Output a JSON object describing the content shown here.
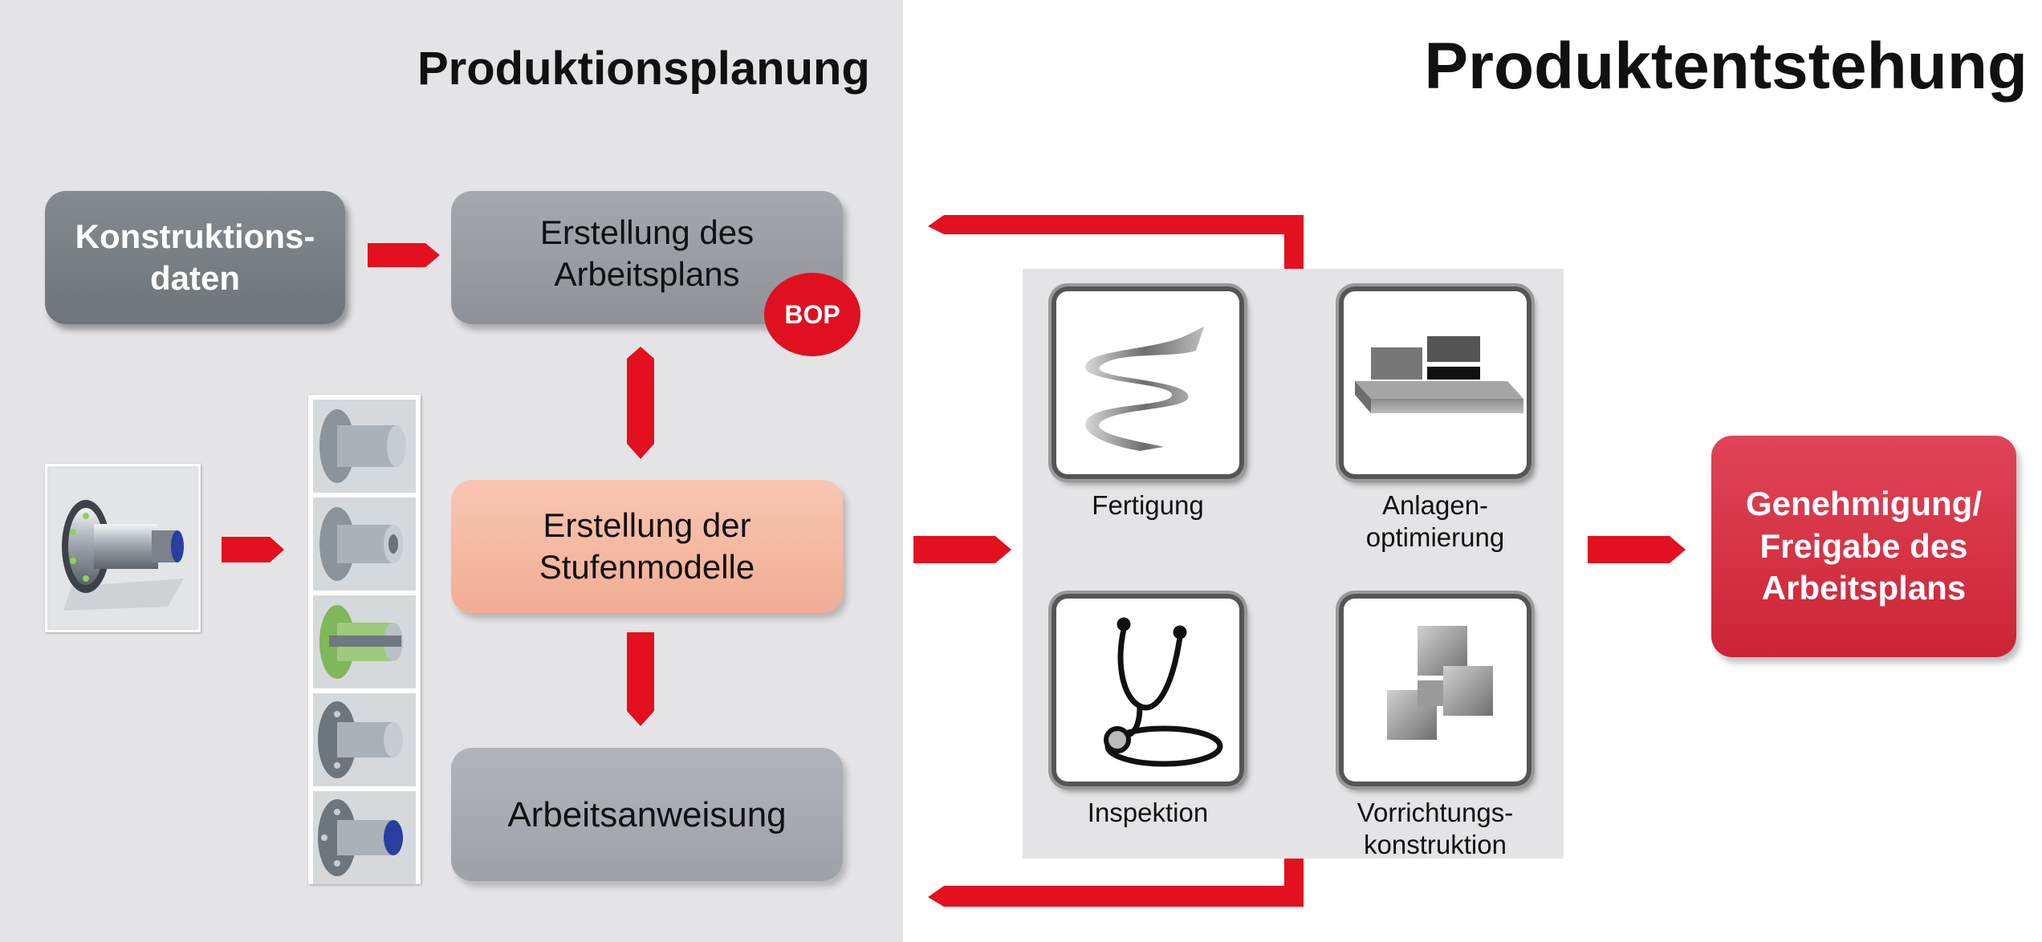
{
  "titles": {
    "left": "Produktionsplanung",
    "right": "Produktentstehung"
  },
  "nodes": {
    "konstruktionsdaten": [
      "Konstruktions-",
      "daten"
    ],
    "arbeitsplan": [
      "Erstellung des",
      "Arbeitsplans"
    ],
    "bop_badge": "BOP",
    "stufenmodelle": [
      "Erstellung der",
      "Stufenmodelle"
    ],
    "arbeitsanweisung": "Arbeitsanweisung",
    "genehmigung": [
      "Genehmigung/",
      "Freigabe des",
      "Arbeitsplans"
    ]
  },
  "icons": {
    "fertigung": {
      "label": "Fertigung",
      "icon": "ribbon-spiral-icon"
    },
    "anlagen": {
      "label": [
        "Anlagen-",
        "optimierung"
      ],
      "icon": "plant-layout-icon"
    },
    "inspektion": {
      "label": "Inspektion",
      "icon": "stethoscope-icon"
    },
    "vorrichtung": {
      "label": [
        "Vorrichtungs-",
        "konstruktion"
      ],
      "icon": "cubes-icon"
    }
  },
  "colors": {
    "arrow_red": "#e3101f",
    "left_panel_bg": "#e4e4e6",
    "approval_box": "#d62f42",
    "highlight_box": "#f4b8a2",
    "grey_box": "#7d8287"
  }
}
